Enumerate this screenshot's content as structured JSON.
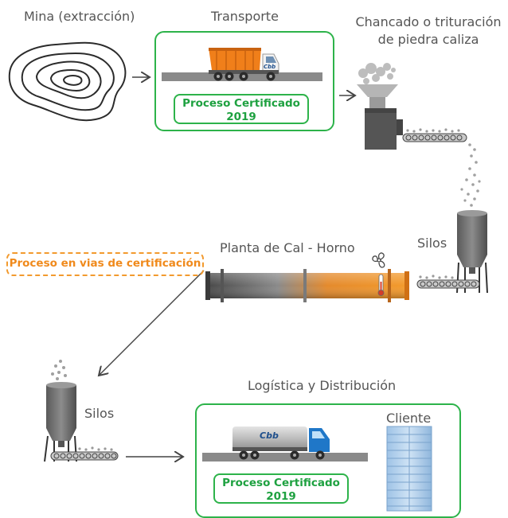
{
  "steps": {
    "mine": "Mina (extracción)",
    "transport": "Transporte",
    "crushing_line1": "Chancado o trituración",
    "crushing_line2": "de piedra caliza",
    "silos_right": "Silos",
    "kiln": "Planta de Cal - Horno",
    "silos_left": "Silos",
    "logistics": "Logística y Distribución",
    "client": "Cliente"
  },
  "badges": {
    "transport_cert_line1": "Proceso Certificado",
    "transport_cert_line2": "2019",
    "logistics_cert_line1": "Proceso Certificado",
    "logistics_cert_line2": "2019",
    "kiln_pending": "Proceso en vias de certificación"
  },
  "logos": {
    "truck_logo": "Cbb"
  },
  "colors": {
    "certified_green": "#2db34a",
    "pending_orange": "#f08a1c",
    "steel_gray": "#555555",
    "kiln_orange": "#f08a1c",
    "truck_orange": "#f07f1a",
    "truck_blue": "#1f77c8"
  }
}
